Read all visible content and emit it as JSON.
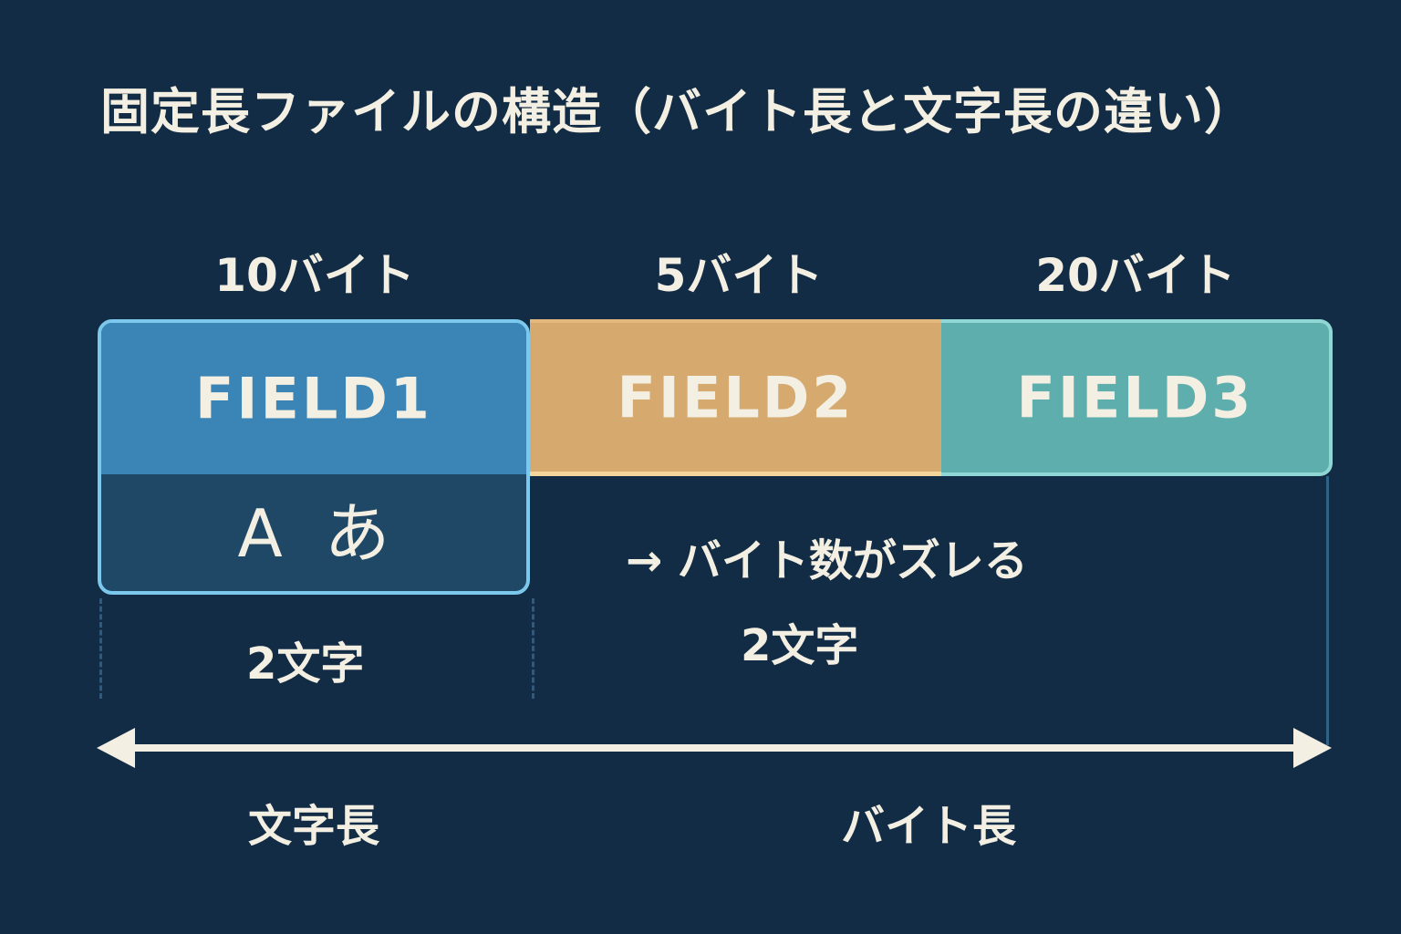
{
  "title": "固定長ファイルの構造（バイト長と文字長の違い）",
  "byte_labels": [
    "10バイト",
    "5バイト",
    "20バイト"
  ],
  "fields": [
    {
      "label": "FIELD1",
      "color": "#3a85b5"
    },
    {
      "label": "FIELD2",
      "color": "#d6a96e"
    },
    {
      "label": "FIELD3",
      "color": "#5eaeae"
    }
  ],
  "field1_content": "A  あ",
  "field1_char_count": "2文字",
  "note": "→ バイト数がズレる",
  "note_char_count": "2文字",
  "axis_labels": {
    "left": "文字長",
    "right": "バイト長"
  },
  "colors": {
    "background": "#132c45",
    "text": "#f3efe2",
    "arrow": "#f3efe2"
  }
}
